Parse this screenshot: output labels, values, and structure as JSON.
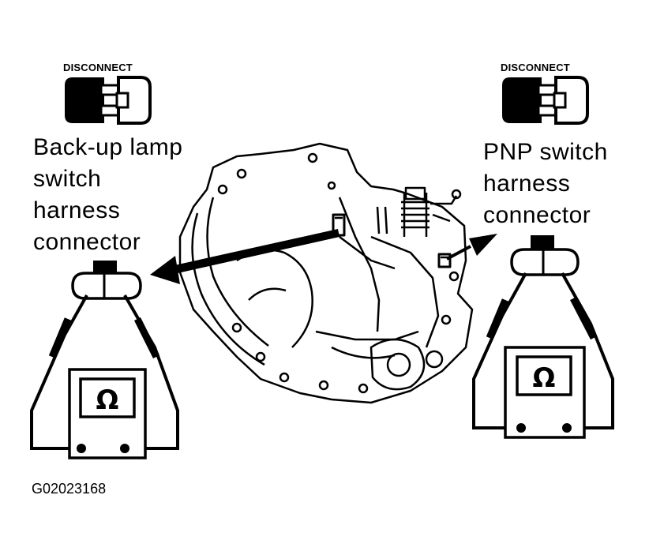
{
  "disconnect_label": "DISCONNECT",
  "left_label": {
    "lines": [
      "Back-up lamp",
      "switch",
      "harness",
      "connector"
    ]
  },
  "right_label": {
    "lines": [
      "PNP switch",
      "harness",
      "connector"
    ]
  },
  "ohm_symbol": "Ω",
  "figure_id": "G02023168",
  "icons": {
    "disconnect": "disconnect-connector-icon",
    "meter": "ohmmeter-icon",
    "transaxle": "transaxle-illustration"
  },
  "colors": {
    "ink": "#000000",
    "paper": "#ffffff"
  }
}
